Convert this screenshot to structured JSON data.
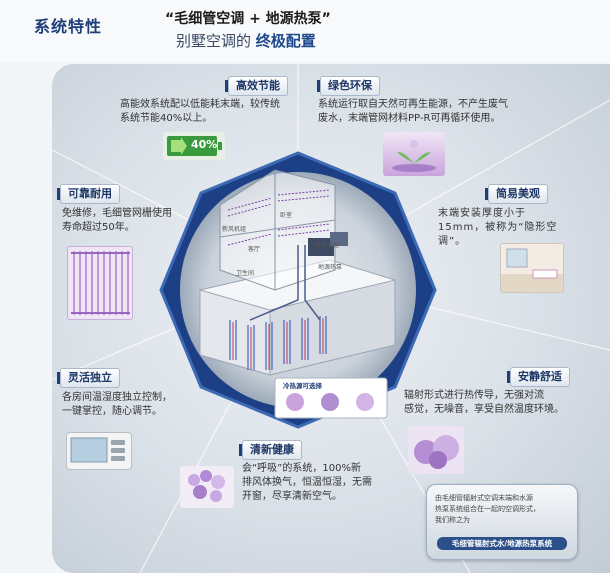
{
  "header": {
    "section_title": "系统特性",
    "main_title": "“毛细管空调 + 地源热泵”",
    "subtitle_prefix": "别墅空调的",
    "subtitle_highlight": "终极配置"
  },
  "features": [
    {
      "id": "efficiency",
      "title": "高效节能",
      "desc": [
        "高能效系统配以低能耗末端，较传统",
        "系统节能40%以上。"
      ],
      "badge": "40%"
    },
    {
      "id": "green",
      "title": "绿色环保",
      "desc": [
        "系统运行取自天然可再生能源，不产生废气",
        "废水，末端管网材料PP-R可再循环使用。"
      ]
    },
    {
      "id": "reliable",
      "title": "可靠耐用",
      "desc": [
        "免维修，毛细管网栅使用",
        "寿命超过50年。"
      ]
    },
    {
      "id": "aesthetic",
      "title": "简易美观",
      "desc": [
        "末端安装厚度小于",
        "15mm，被称为“隐形空",
        "调”。"
      ]
    },
    {
      "id": "flexible",
      "title": "灵活独立",
      "desc": [
        "各房间温湿度独立控制，",
        "一键掌控，随心调节。"
      ]
    },
    {
      "id": "comfort",
      "title": "安静舒适",
      "desc": [
        "辐射形式进行热传导，无强对流",
        "感觉，无噪音，享受自然温度环境。"
      ]
    },
    {
      "id": "healthy",
      "title": "清新健康",
      "desc": [
        "会“呼吸”的系统，100%新",
        "排风体换气，恒温恒湿，无需",
        "开窗，尽享清新空气。"
      ]
    }
  ],
  "diagram": {
    "legend_title": "冷热源可选择",
    "labels": [
      "新风机组",
      "地源热泵",
      "新风机组",
      "卫生间",
      "客厅",
      "卧室"
    ]
  },
  "system_tag": {
    "text": [
      "由毛细管辐射式空调末端和水源",
      "热泵系统组合在一起的空调形式，",
      "我们称之为"
    ],
    "name": "毛细管辐射式水/地源热泵系统"
  },
  "colors": {
    "navy": "#1f3f7a",
    "octagon": "#1d3f86",
    "badge_green": "#3a9a3e"
  }
}
